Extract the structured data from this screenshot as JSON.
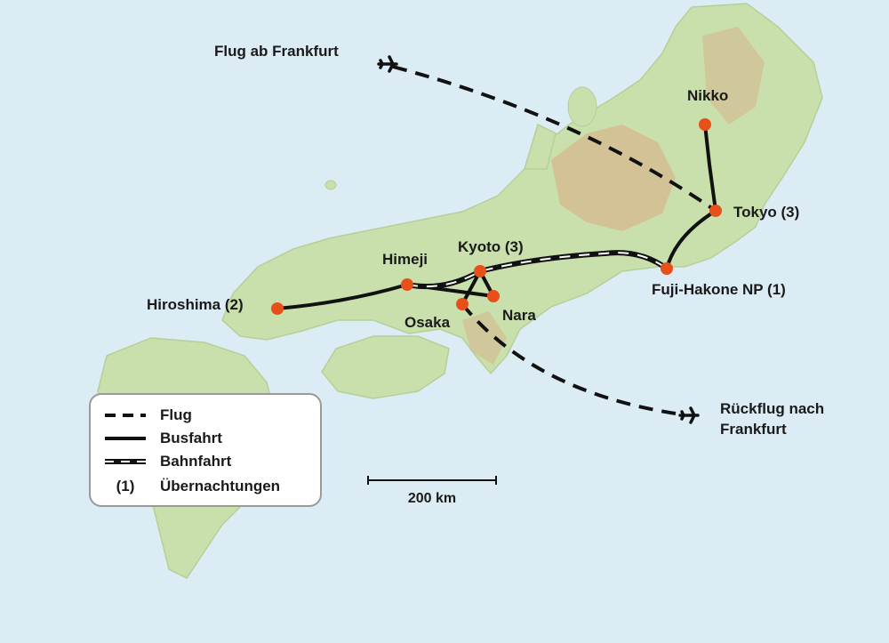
{
  "colors": {
    "sea": "#dcecf4",
    "land_low": "#cfe3b4",
    "land_mid": "#bcd59a",
    "mountain": "#d8b890",
    "route": "#111111",
    "city": "#e8501a"
  },
  "flights": {
    "outbound_label": "Flug ab Frankfurt",
    "return_label_line1": "Rückflug nach",
    "return_label_line2": "Frankfurt",
    "icon": "airplane-icon"
  },
  "cities": [
    {
      "id": "nikko",
      "label": "Nikko"
    },
    {
      "id": "tokyo",
      "label": "Tokyo (3)"
    },
    {
      "id": "fuji",
      "label": "Fuji-Hakone NP (1)"
    },
    {
      "id": "kyoto",
      "label": "Kyoto (3)"
    },
    {
      "id": "himeji",
      "label": "Himeji"
    },
    {
      "id": "hiroshima",
      "label": "Hiroshima (2)"
    },
    {
      "id": "osaka",
      "label": "Osaka"
    },
    {
      "id": "nara",
      "label": "Nara"
    }
  ],
  "legend": {
    "flight": "Flug",
    "bus": "Busfahrt",
    "train": "Bahnfahrt",
    "nights_key": "(1)",
    "nights": "Übernachtungen"
  },
  "scale": {
    "label": "200 km"
  }
}
